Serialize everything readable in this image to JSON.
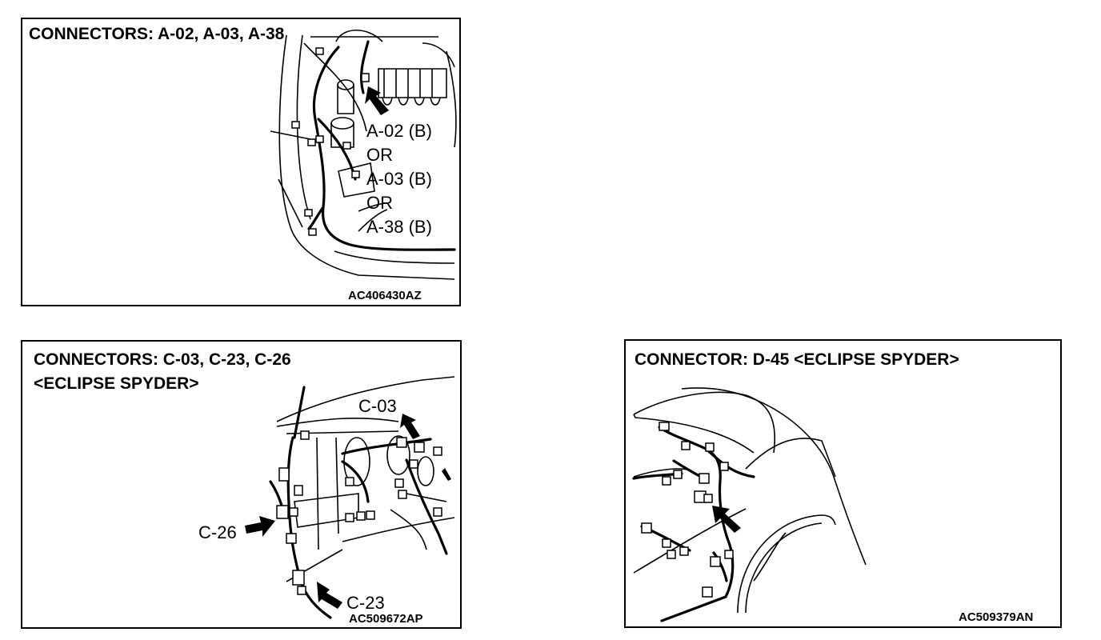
{
  "figures": [
    {
      "title": "CONNECTORS: A-02, A-03, A-38",
      "callouts": [
        "A-02 (B)",
        "OR",
        "A-03 (B)",
        "OR",
        "A-38 (B)"
      ],
      "code": "AC406430AZ"
    },
    {
      "title_line1": "CONNECTORS: C-03, C-23, C-26",
      "title_line2": "<ECLIPSE SPYDER>",
      "callouts": {
        "c03": "C-03",
        "c26": "C-26",
        "c23": "C-23"
      },
      "code": "AC509672AP"
    },
    {
      "title": "CONNECTOR: D-45 <ECLIPSE SPYDER>",
      "code": "AC509379AN"
    }
  ]
}
